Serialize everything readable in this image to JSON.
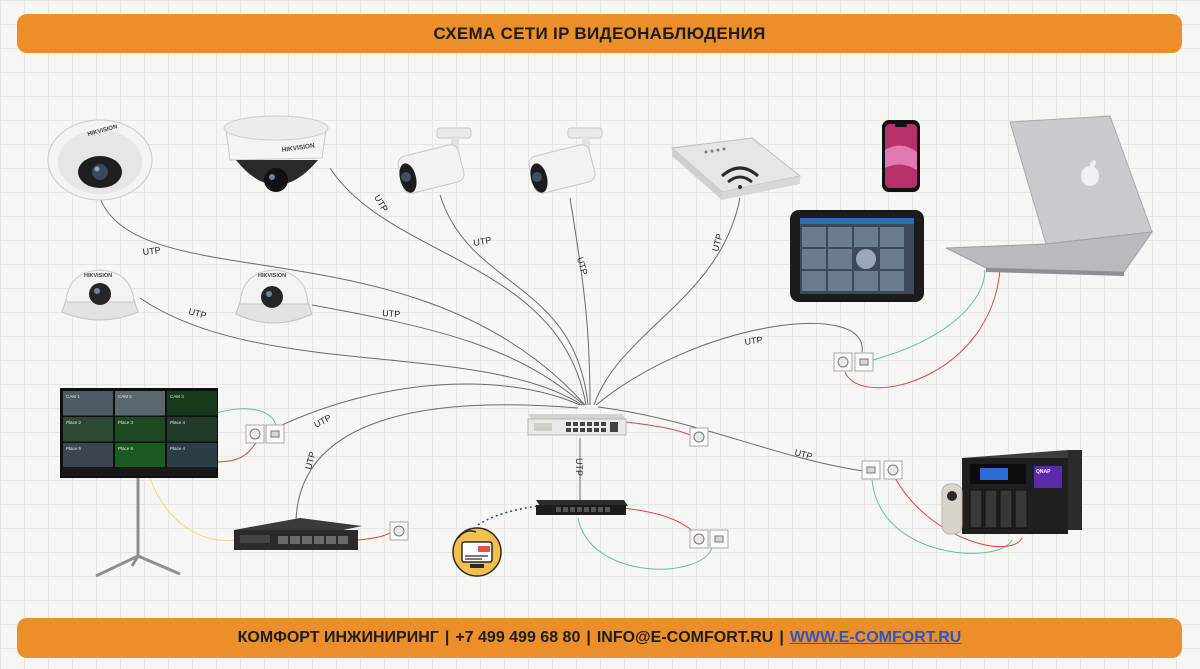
{
  "header": {
    "title": "СХЕМА СЕТИ IP ВИДЕОНАБЛЮДЕНИЯ"
  },
  "footer": {
    "company": "КОМФОРТ ИНЖИНИРИНГ",
    "phone": "+7 499 499 68 80",
    "email": "INFO@E-COMFORT.RU",
    "website": "WWW.E-COMFORT.RU",
    "separator": "|"
  },
  "camera_brand": "HIKVISION",
  "cable_label": "UTP",
  "monitor_tiles": [
    "CAM 1",
    "CAM 2",
    "CAM 3",
    "Place 2",
    "Place 3",
    "Place 4",
    "Place 5",
    "Place 6",
    "Place 4"
  ],
  "nas_brand": "QNAP",
  "colors": {
    "banner": "#ec8f2b",
    "cable": "#6b6b6b",
    "link_red": "#e0463a",
    "link_green": "#5cc49a",
    "link_yellow": "#f2d38a",
    "link_blue": "#2a3fa8"
  }
}
